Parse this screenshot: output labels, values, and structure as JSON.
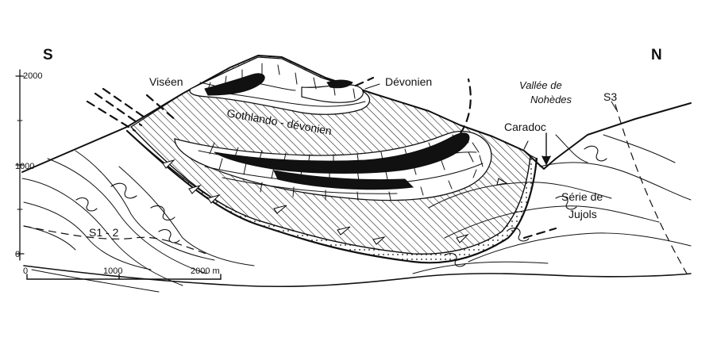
{
  "figure": {
    "orientation": {
      "south": "S",
      "north": "N"
    },
    "elevation_ticks": [
      "2000",
      "1000",
      "0"
    ],
    "scale_bar": {
      "ticks": [
        "0",
        "1000",
        "2000 m"
      ]
    },
    "units": [
      {
        "key": "viseen",
        "label": "Viséen",
        "fill": "#111111"
      },
      {
        "key": "devonien",
        "label": "Dévonien",
        "fill": "#ffffff"
      },
      {
        "key": "gothlando",
        "label": "Gothlando - dévonien",
        "fill": "hatched"
      },
      {
        "key": "caradoc",
        "label": "Caradoc",
        "fill": "dotted"
      },
      {
        "key": "jujols",
        "label": "Série de Jujols",
        "fill": "#ffffff"
      }
    ],
    "annotations": {
      "valley_line1": "Vallée de",
      "valley_line2": "Nohèdes",
      "s3": "S3",
      "s12": "S1 - 2",
      "jujols_line1": "Série de",
      "jujols_line2": "Jujols",
      "gothlando": "Gothlando - dévonien",
      "viseen": "Viséen",
      "devonien": "Dévonien",
      "caradoc": "Caradoc"
    },
    "colors": {
      "ink": "#111111",
      "paper": "#ffffff"
    }
  }
}
